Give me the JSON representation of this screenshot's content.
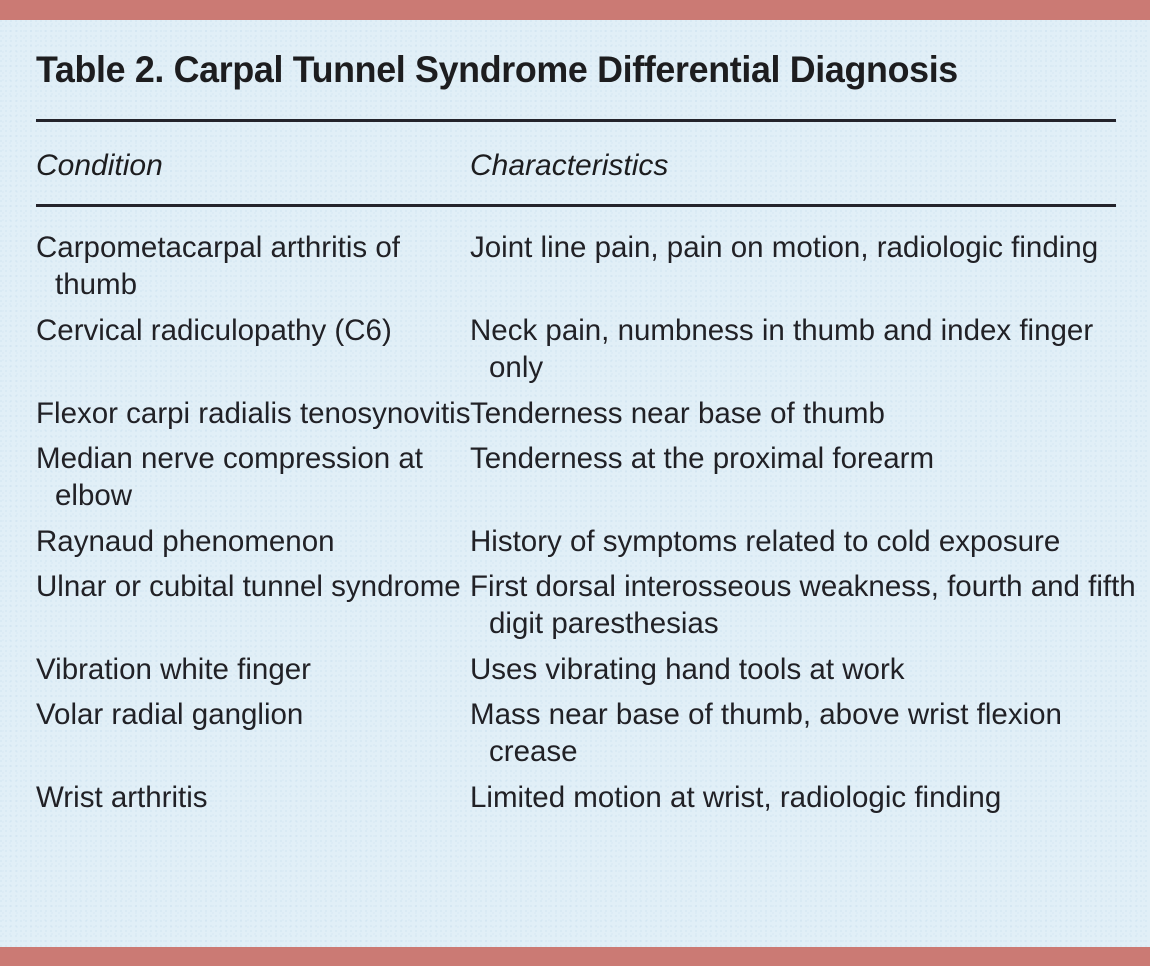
{
  "document": {
    "title": "Table 2. Carpal Tunnel Syndrome Differential Diagnosis"
  },
  "colors": {
    "accent_bar": "#cb7a74",
    "panel_background": "#e1eff7",
    "rule": "#23232b",
    "text": "#212126"
  },
  "table": {
    "headers": {
      "condition": "Condition",
      "characteristics": "Characteristics"
    },
    "rows": [
      {
        "condition": "Carpometacarpal arthritis of thumb",
        "characteristics": "Joint line pain, pain on motion, radiologic finding"
      },
      {
        "condition": "Cervical radiculopathy (C6)",
        "characteristics": "Neck pain, numbness in thumb and index finger only"
      },
      {
        "condition": "Flexor carpi radialis tenosynovitis",
        "characteristics": "Tenderness near base of thumb"
      },
      {
        "condition": "Median nerve compression at elbow",
        "characteristics": "Tenderness at the proximal forearm"
      },
      {
        "condition": "Raynaud phenomenon",
        "characteristics": "History of symptoms related to cold exposure"
      },
      {
        "condition": "Ulnar or cubital tunnel syndrome",
        "characteristics": "First dorsal interosseous weakness, fourth and fifth digit paresthesias"
      },
      {
        "condition": "Vibration white finger",
        "characteristics": "Uses vibrating hand tools at work"
      },
      {
        "condition": "Volar radial ganglion",
        "characteristics": "Mass near base of thumb, above wrist flexion crease"
      },
      {
        "condition": "Wrist arthritis",
        "characteristics": "Limited motion at wrist, radiologic finding"
      }
    ]
  }
}
